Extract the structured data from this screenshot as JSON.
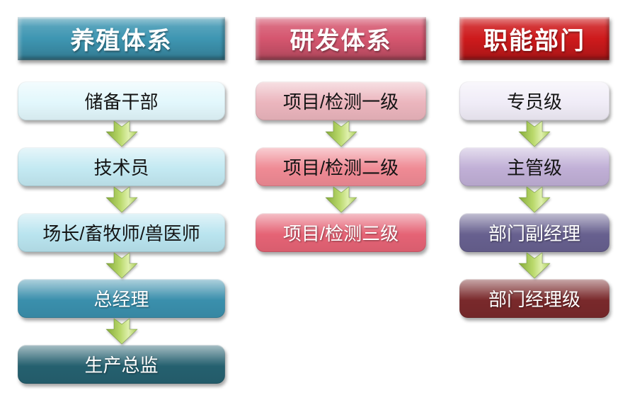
{
  "diagram": {
    "title": "career-level-paths",
    "background": "#ffffff",
    "columns": [
      {
        "id": "breeding-system",
        "header": {
          "label": "养殖体系",
          "color": "#3E96B2",
          "text_color": "#ffffff"
        },
        "levels": [
          {
            "label": "储备干部",
            "fill": "#E2F7FC",
            "text_color": "#141414"
          },
          {
            "label": "技术员",
            "fill": "#C3E9F2",
            "text_color": "#141414"
          },
          {
            "label": "场长/畜牧师/兽医师",
            "fill": "#B9E4EF",
            "text_color": "#141414"
          },
          {
            "label": "总经理",
            "fill": "#3A8FAC",
            "text_color": "#ffffff"
          },
          {
            "label": "生产总监",
            "fill": "#25606F",
            "text_color": "#ffffff"
          }
        ]
      },
      {
        "id": "rnd-system",
        "header": {
          "label": "研发体系",
          "color": "#D5566F",
          "text_color": "#ffffff"
        },
        "levels": [
          {
            "label": "项目/检测一级",
            "fill": "#EBB5BD",
            "text_color": "#141414"
          },
          {
            "label": "项目/检测二级",
            "fill": "#EF8A94",
            "text_color": "#141414"
          },
          {
            "label": "项目/检测三级",
            "fill": "#E56375",
            "text_color": "#ffffff"
          }
        ]
      },
      {
        "id": "functional-departments",
        "header": {
          "label": "职能部门",
          "color": "#CE1A1C",
          "text_color": "#ffffff"
        },
        "levels": [
          {
            "label": "专员级",
            "fill": "#F0ECF7",
            "text_color": "#141414"
          },
          {
            "label": "主管级",
            "fill": "#C0AFD6",
            "text_color": "#141414"
          },
          {
            "label": "部门副经理",
            "fill": "#67608F",
            "text_color": "#ffffff"
          },
          {
            "label": "部门经理级",
            "fill": "#79292B",
            "text_color": "#ffffff"
          }
        ]
      }
    ],
    "arrow": {
      "icon": "down-arrow-icon",
      "colors": {
        "dark": "#86AA3A",
        "mid": "#B9D96B",
        "light": "#DFF0AD",
        "edge": "#5F832A"
      }
    }
  }
}
